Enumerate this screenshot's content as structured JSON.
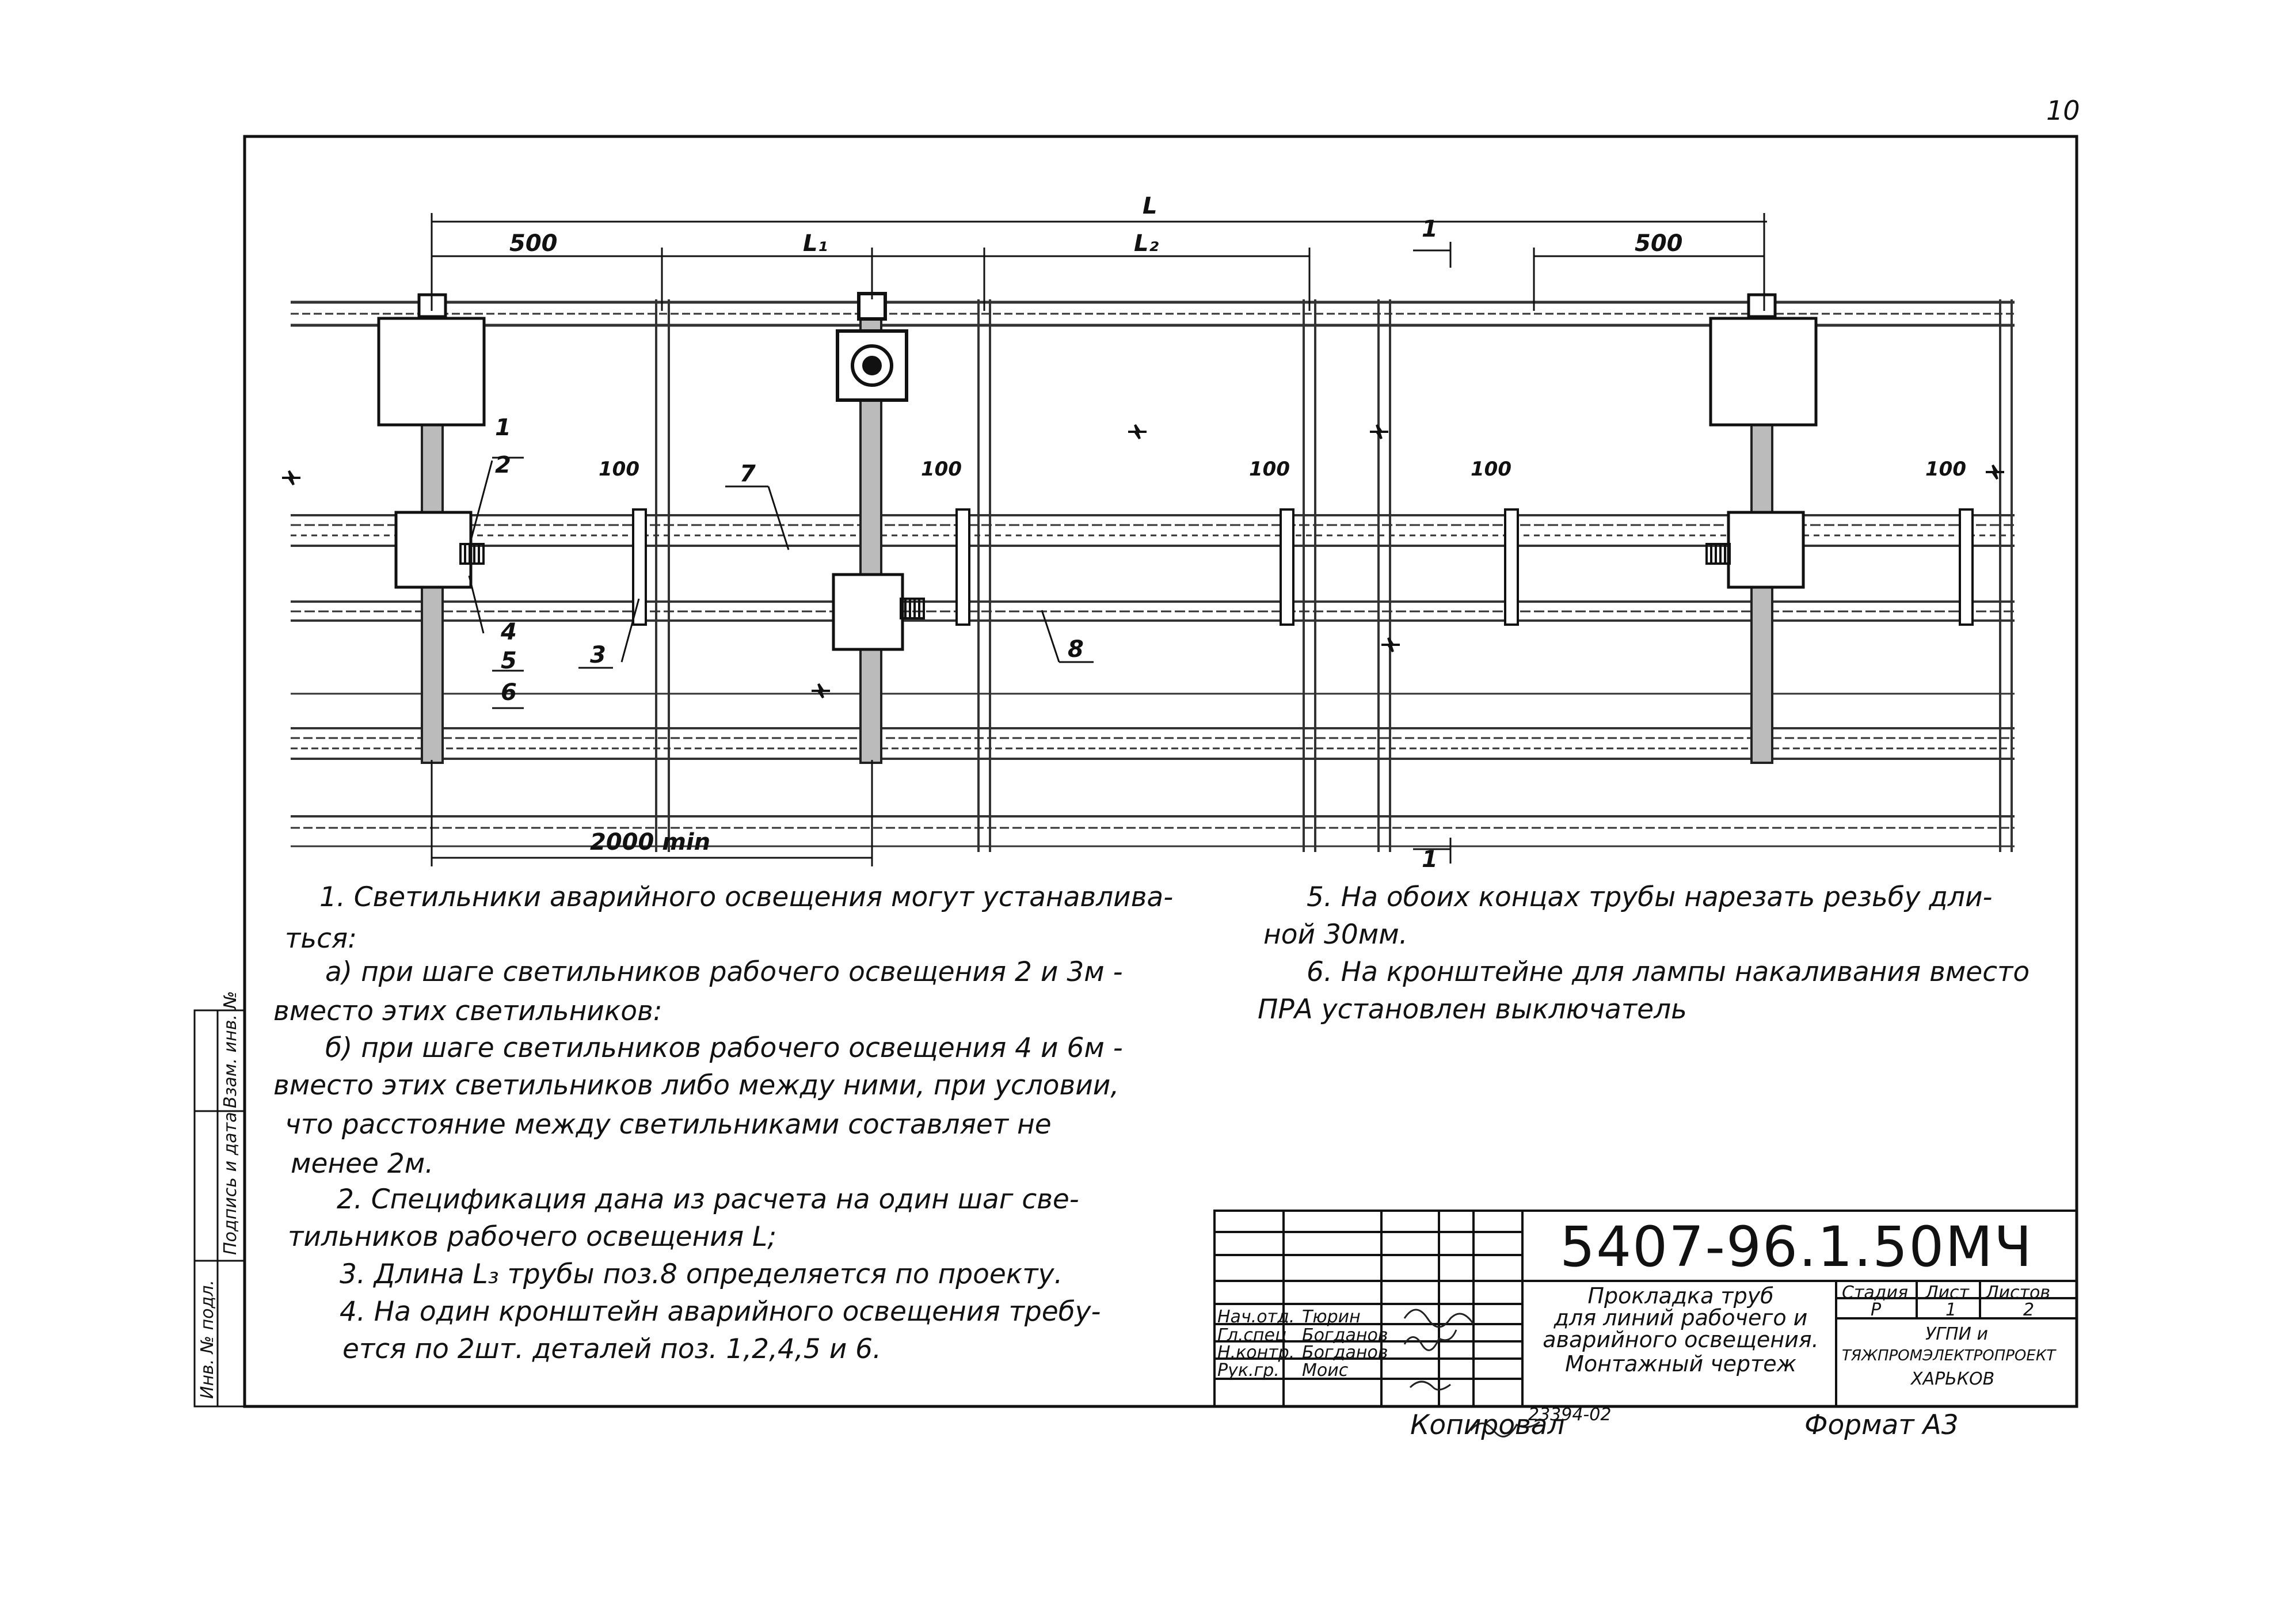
{
  "page_number": "10",
  "dimensions": {
    "L": "L",
    "L1": "L₁",
    "L2": "L₂",
    "d500_left": "500",
    "d500_right": "500",
    "d100": "100",
    "d2000": "2000 min",
    "section_mark": "1"
  },
  "callouts": [
    "1",
    "2",
    "3",
    "4",
    "5",
    "6",
    "7",
    "8"
  ],
  "notes_left": [
    "1. Светильники аварийного освещения могут устанавлива-",
    "ться:",
    "а) при шаге светильников рабочего освещения 2 и 3м -",
    "вместо этих светильников:",
    "б) при шаге светильников рабочего освещения 4 и 6м -",
    "вместо этих светильников либо между ними, при условии,",
    "что расстояние между светильниками составляет не",
    "менее 2м.",
    "2. Спецификация дана из расчета на один шаг све-",
    "тильников рабочего освещения L;",
    "3. Длина L₃ трубы поз.8 определяется по проекту.",
    "4. На один кронштейн аварийного освещения требу-",
    "ется по 2шт. деталей поз. 1,2,4,5 и 6."
  ],
  "notes_right": [
    "5. На обоих концах трубы нарезать резьбу дли-",
    "ной 30мм.",
    "6. На кронштейне для лампы накаливания вместо",
    "ПРА установлен выключатель"
  ],
  "title_block": {
    "code": "5407-96.1.50МЧ",
    "title_lines": [
      "Прокладка труб",
      "для линий рабочего и",
      "аварийного освещения.",
      "Монтажный чертеж"
    ],
    "roles": [
      "Нач.отд.",
      "Гл.спец",
      "Н.контр.",
      "Рук.гр."
    ],
    "names": [
      "Тюрин",
      "Богданов",
      "Богданов",
      "Моис"
    ],
    "stage_header": "Стадия",
    "sheet_header": "Лист",
    "sheets_header": "Листов",
    "stage": "Р",
    "sheet": "1",
    "sheets": "2",
    "org_lines": [
      "УГПИ и",
      "ТЯЖПРОМЭЛЕКТРОПРОЕКТ",
      "ХАРЬКОВ"
    ]
  },
  "side_stamp": [
    "Инв. № подл.",
    "Подпись и дата",
    "Взам. инв. №"
  ],
  "footer": {
    "copied": "Копировал",
    "number": "23394-02",
    "format": "Формат А3"
  }
}
